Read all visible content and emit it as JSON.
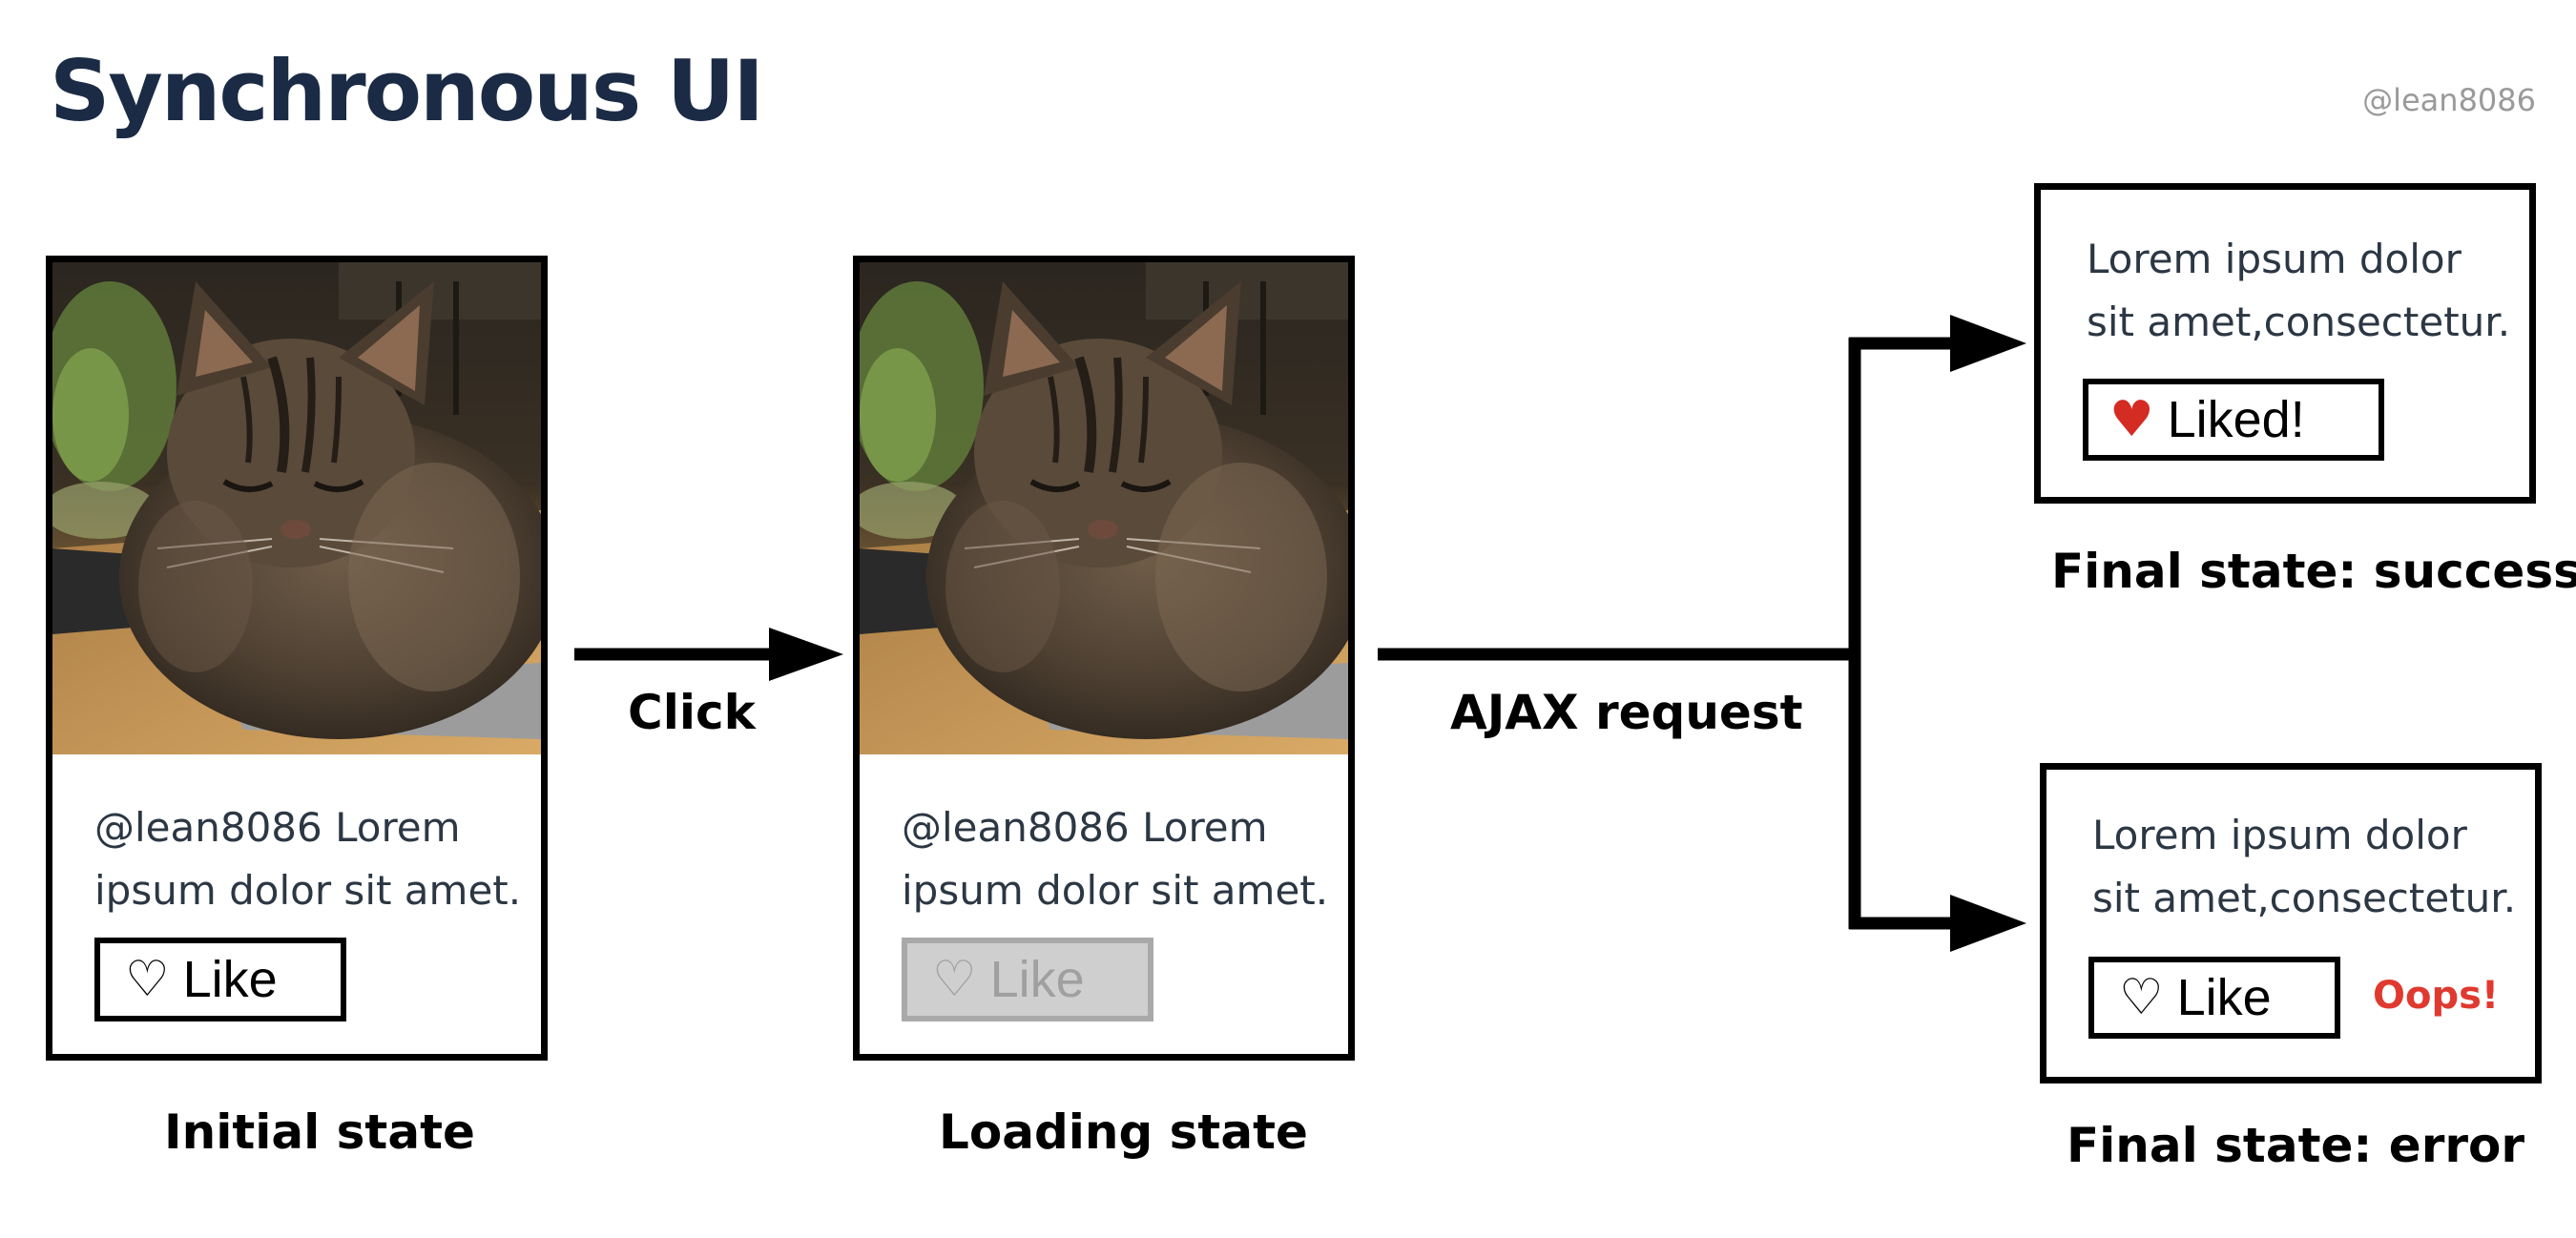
{
  "title": "Synchronous UI",
  "handle": "@lean8086",
  "cards": {
    "initial": {
      "text_line1": "@lean8086 Lorem",
      "text_line2": "ipsum dolor sit amet.",
      "button_glyph": "♡",
      "button_label": "Like",
      "caption": "Initial state"
    },
    "loading": {
      "text_line1": "@lean8086 Lorem",
      "text_line2": "ipsum dolor sit amet.",
      "button_glyph": "♡",
      "button_label": "Like",
      "caption": "Loading state"
    },
    "success": {
      "text_line1": "Lorem ipsum dolor",
      "text_line2": "sit amet,consectetur.",
      "button_glyph": "♥",
      "button_label": "Liked!",
      "caption": "Final state: success"
    },
    "error": {
      "text_line1": "Lorem ipsum dolor",
      "text_line2": "sit amet,consectetur.",
      "button_glyph": "♡",
      "button_label": "Like",
      "error_label": "Oops!",
      "caption": "Final state: error"
    }
  },
  "arrows": {
    "click_label": "Click",
    "ajax_label": "AJAX request"
  },
  "colors": {
    "title": "#1b2b45",
    "error": "#e0392f",
    "heart": "#d42b23",
    "disabled_fill": "#cfcfcf"
  }
}
